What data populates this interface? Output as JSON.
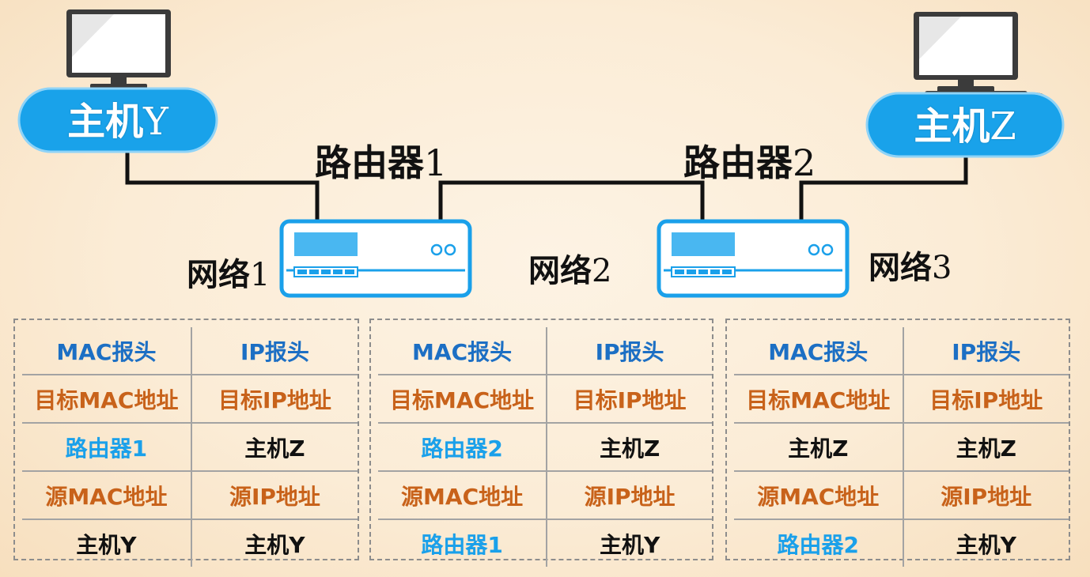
{
  "hosts": [
    {
      "name": "主机",
      "suffix": "Y"
    },
    {
      "name": "主机",
      "suffix": "Z"
    }
  ],
  "routers": [
    {
      "name": "路由器",
      "suffix": "1"
    },
    {
      "name": "路由器",
      "suffix": "2"
    }
  ],
  "networks": [
    {
      "name": "网络",
      "suffix": "1"
    },
    {
      "name": "网络",
      "suffix": "2"
    },
    {
      "name": "网络",
      "suffix": "3"
    }
  ],
  "tables": [
    {
      "header": [
        "MAC报头",
        "IP报头"
      ],
      "rows": [
        [
          {
            "text": "目标MAC地址",
            "kind": "field"
          },
          {
            "text": "目标IP地址",
            "kind": "field"
          }
        ],
        [
          {
            "text": "路由器1",
            "kind": "router"
          },
          {
            "text": "主机Z",
            "kind": "host"
          }
        ],
        [
          {
            "text": "源MAC地址",
            "kind": "field"
          },
          {
            "text": "源IP地址",
            "kind": "field"
          }
        ],
        [
          {
            "text": "主机Y",
            "kind": "host"
          },
          {
            "text": "主机Y",
            "kind": "host"
          }
        ]
      ]
    },
    {
      "header": [
        "MAC报头",
        "IP报头"
      ],
      "rows": [
        [
          {
            "text": "目标MAC地址",
            "kind": "field"
          },
          {
            "text": "目标IP地址",
            "kind": "field"
          }
        ],
        [
          {
            "text": "路由器2",
            "kind": "router"
          },
          {
            "text": "主机Z",
            "kind": "host"
          }
        ],
        [
          {
            "text": "源MAC地址",
            "kind": "field"
          },
          {
            "text": "源IP地址",
            "kind": "field"
          }
        ],
        [
          {
            "text": "路由器1",
            "kind": "router"
          },
          {
            "text": "主机Y",
            "kind": "host"
          }
        ]
      ]
    },
    {
      "header": [
        "MAC报头",
        "IP报头"
      ],
      "rows": [
        [
          {
            "text": "目标MAC地址",
            "kind": "field"
          },
          {
            "text": "目标IP地址",
            "kind": "field"
          }
        ],
        [
          {
            "text": "主机Z",
            "kind": "host"
          },
          {
            "text": "主机Z",
            "kind": "host"
          }
        ],
        [
          {
            "text": "源MAC地址",
            "kind": "field"
          },
          {
            "text": "源IP地址",
            "kind": "field"
          }
        ],
        [
          {
            "text": "路由器2",
            "kind": "router"
          },
          {
            "text": "主机Y",
            "kind": "host"
          }
        ]
      ]
    }
  ],
  "colors": {
    "header_text": "#1c6fc4",
    "field_text": "#c8621a",
    "router_text": "#1aa0ea",
    "host_text": "#111111",
    "cloud_fill": "#19a2ea",
    "router_border": "#1aa0ea"
  },
  "icons": [
    "computer-icon",
    "router-icon"
  ]
}
